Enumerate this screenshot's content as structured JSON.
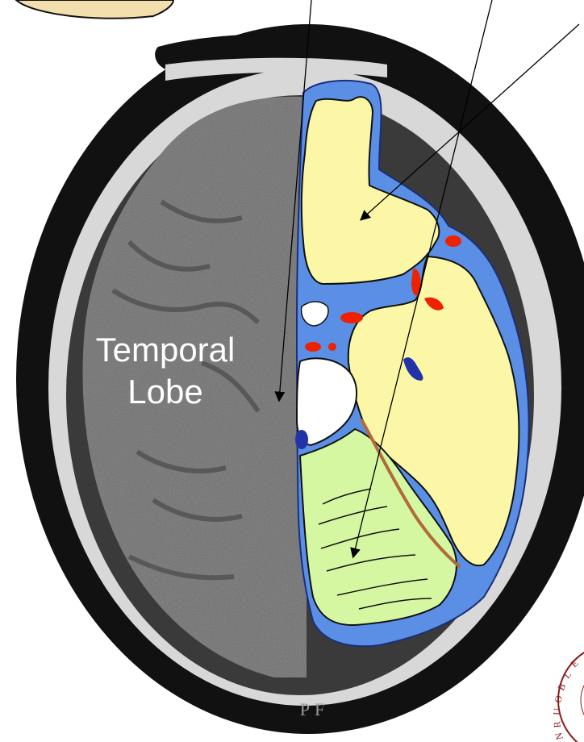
{
  "figure": {
    "label_temporal_line1": "Temporal",
    "label_temporal_line2": "Lobe",
    "watermark": "PF",
    "seal_text": "ELBOURNE"
  },
  "colors": {
    "background": "#ffffff",
    "skull_outer": "#111111",
    "bone": "#d8d8d8",
    "brain_grey": "#6e6e6e",
    "csf_blue": "#5b8fe6",
    "cerebral_yellow": "#fbf7a6",
    "cerebellum_green": "#d6f7a2",
    "vessel_red": "#ee2200",
    "ventricle_white": "#ffffff",
    "dark_blue": "#2233aa",
    "sinus_brown": "#b06a3b",
    "seal_red": "#8b1a1a"
  }
}
